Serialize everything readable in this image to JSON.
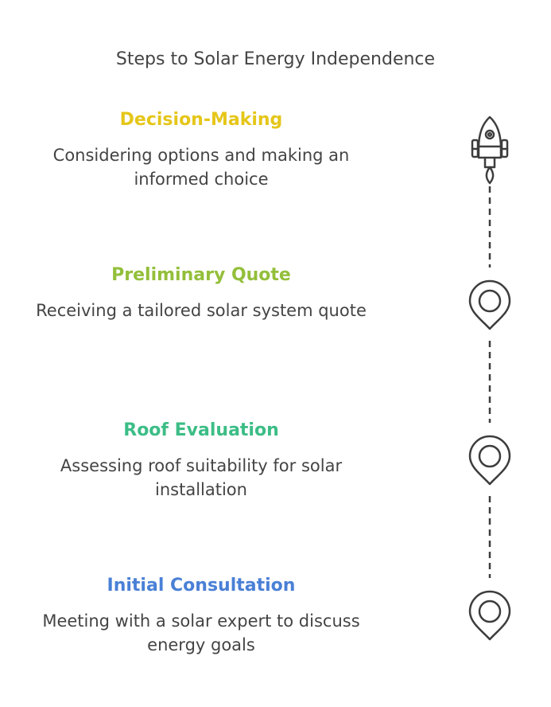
{
  "title": "Steps to Solar Energy Independence",
  "colors": {
    "text": "#444444",
    "icon_stroke": "#3d3d3d",
    "decision": "#e5c619",
    "quote": "#93bf3a",
    "roof": "#3cbd86",
    "consultation": "#4a80d6"
  },
  "steps": [
    {
      "heading": "Decision-Making",
      "description": "Considering options and making an informed choice",
      "icon": "rocket-icon"
    },
    {
      "heading": "Preliminary Quote",
      "description": "Receiving a tailored solar system quote",
      "icon": "map-pin-icon"
    },
    {
      "heading": "Roof Evaluation",
      "description": "Assessing roof suitability for solar installation",
      "icon": "map-pin-icon"
    },
    {
      "heading": "Initial Consultation",
      "description": "Meeting with a solar expert to discuss energy goals",
      "icon": "map-pin-icon"
    }
  ]
}
